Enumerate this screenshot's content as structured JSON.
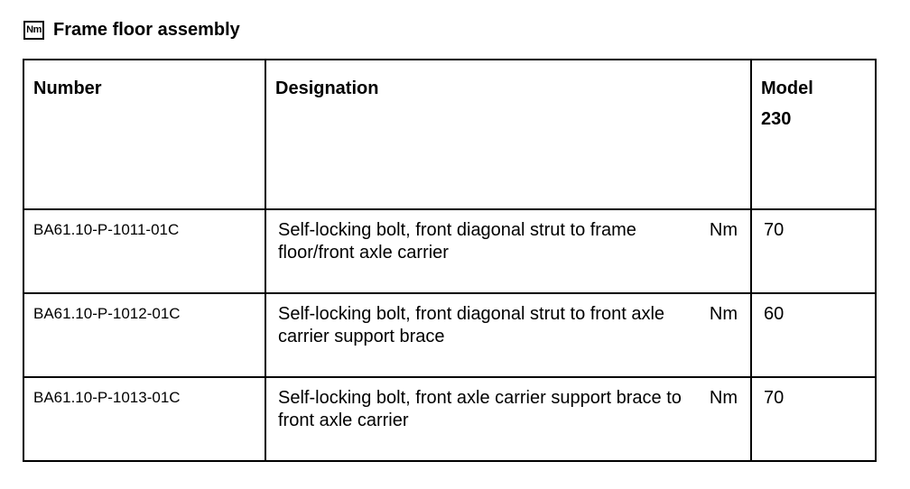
{
  "section": {
    "icon_label": "Nm",
    "title": "Frame floor assembly"
  },
  "table": {
    "headers": {
      "number": "Number",
      "designation": "Designation",
      "model_line1": "Model",
      "model_line2": "230"
    },
    "rows": [
      {
        "number": "BA61.10-P-1011-01C",
        "designation": "Self-locking bolt, front diagonal strut to frame floor/front axle carrier",
        "unit": "Nm",
        "value": "70"
      },
      {
        "number": "BA61.10-P-1012-01C",
        "designation": "Self-locking bolt, front diagonal strut to front axle carrier support brace",
        "unit": "Nm",
        "value": "60"
      },
      {
        "number": "BA61.10-P-1013-01C",
        "designation": "Self-locking bolt, front axle carrier support brace to front axle carrier",
        "unit": "Nm",
        "value": "70"
      }
    ]
  }
}
